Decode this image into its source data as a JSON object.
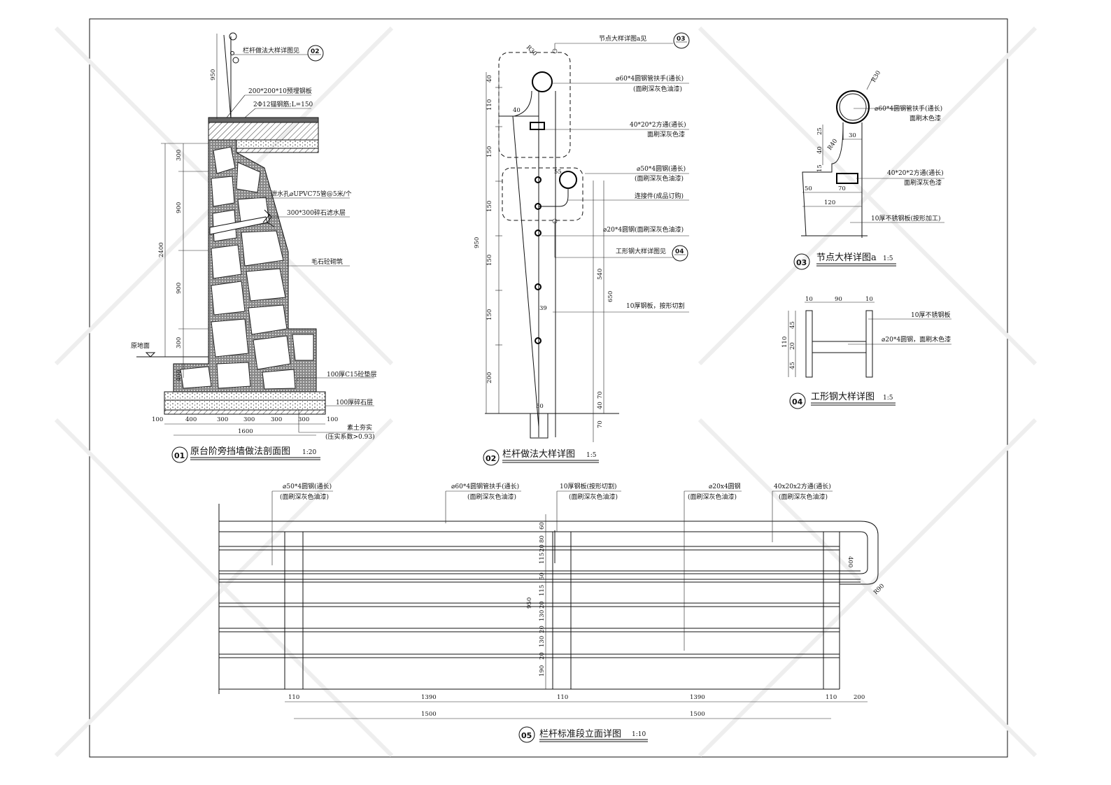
{
  "drawing01": {
    "number": "01",
    "title": "原台阶旁挡墙做法剖面图",
    "scale": "1:20",
    "ref_label": "栏杆做法大样详图见",
    "ref_number": "02",
    "labels": [
      "200*200*10预埋钢板",
      "2Φ12锚钢筋;L=150",
      "泄水孔⌀UPVC75管@5米/个",
      "300*300碎石滤水层",
      "毛石砼砌筑",
      "100厚C15砼垫层",
      "100厚碎石层",
      "素土夯实",
      "(压实系数>0.93)"
    ],
    "ground_label": "原地面",
    "dims_vertical": [
      "950",
      "300",
      "900",
      "900",
      "300",
      "2400",
      "400"
    ],
    "dims_horizontal": [
      "100",
      "400",
      "300",
      "300",
      "300",
      "300",
      "100"
    ],
    "dim_total": "1600"
  },
  "drawing02": {
    "number": "02",
    "title": "栏杆做法大样详图",
    "scale": "1:5",
    "ref03_label": "节点大样详图a见",
    "ref03_number": "03",
    "ref04_label": "工形钢大样详图见",
    "ref04_number": "04",
    "labels": [
      "⌀60*4圆钢管扶手(通长)",
      "(面刷深灰色油漆)",
      "40*20*2方通(通长)",
      "面刷深灰色漆",
      "⌀50*4圆钢(通长)",
      "(面刷深灰色油漆)",
      "连接件(成品订购)",
      "⌀20*4圆钢(面刷深灰色油漆)",
      "10厚钢板，按形切割"
    ],
    "dims_left": [
      "40",
      "110",
      "150",
      "150",
      "150",
      "150",
      "200",
      "950"
    ],
    "dims_misc": [
      "R30",
      "40",
      "55",
      "39",
      "50",
      "540",
      "650",
      "70",
      "40",
      "70"
    ]
  },
  "drawing03": {
    "number": "03",
    "title": "节点大样详图a",
    "scale": "1:5",
    "labels": [
      "⌀60*4圆钢管扶手(通长)",
      "面刷木色漆",
      "40*20*2方通(通长)",
      "面刷深灰色漆",
      "10厚不锈钢板(按形加工)"
    ],
    "dims": [
      "R30",
      "25",
      "40",
      "15",
      "R40",
      "30",
      "50",
      "70",
      "120"
    ]
  },
  "drawing04": {
    "number": "04",
    "title": "工形钢大样详图",
    "scale": "1:5",
    "labels": [
      "10厚不锈钢板",
      "⌀20*4圆钢，面刷木色漆"
    ],
    "dims": [
      "10",
      "90",
      "10",
      "110",
      "45",
      "20",
      "45"
    ]
  },
  "drawing05": {
    "number": "05",
    "title": "栏杆标准段立面详图",
    "scale": "1:10",
    "callouts": [
      {
        "l1": "⌀50*4圆钢(通长)",
        "l2": "(面刷深灰色油漆)"
      },
      {
        "l1": "⌀60*4圆钢管扶手(通长)",
        "l2": "(面刷深灰色油漆)"
      },
      {
        "l1": "10厚钢板(按形切割)",
        "l2": "(面刷深灰色油漆)"
      },
      {
        "l1": "⌀20x4圆钢",
        "l2": "(面刷深灰色油漆)"
      },
      {
        "l1": "40x20x2方通(通长)",
        "l2": "(面刷深灰色油漆)"
      }
    ],
    "dims_vertical": [
      "60",
      "80",
      "20",
      "115",
      "50",
      "115",
      "20",
      "130",
      "20",
      "130",
      "20",
      "190"
    ],
    "dim_total_v": "950",
    "dim_end": "400",
    "dim_radius": "R90",
    "dims_bottom": [
      "110",
      "1390",
      "110",
      "1390",
      "110",
      "200"
    ],
    "dims_bottom2": [
      "1500",
      "1500"
    ]
  }
}
